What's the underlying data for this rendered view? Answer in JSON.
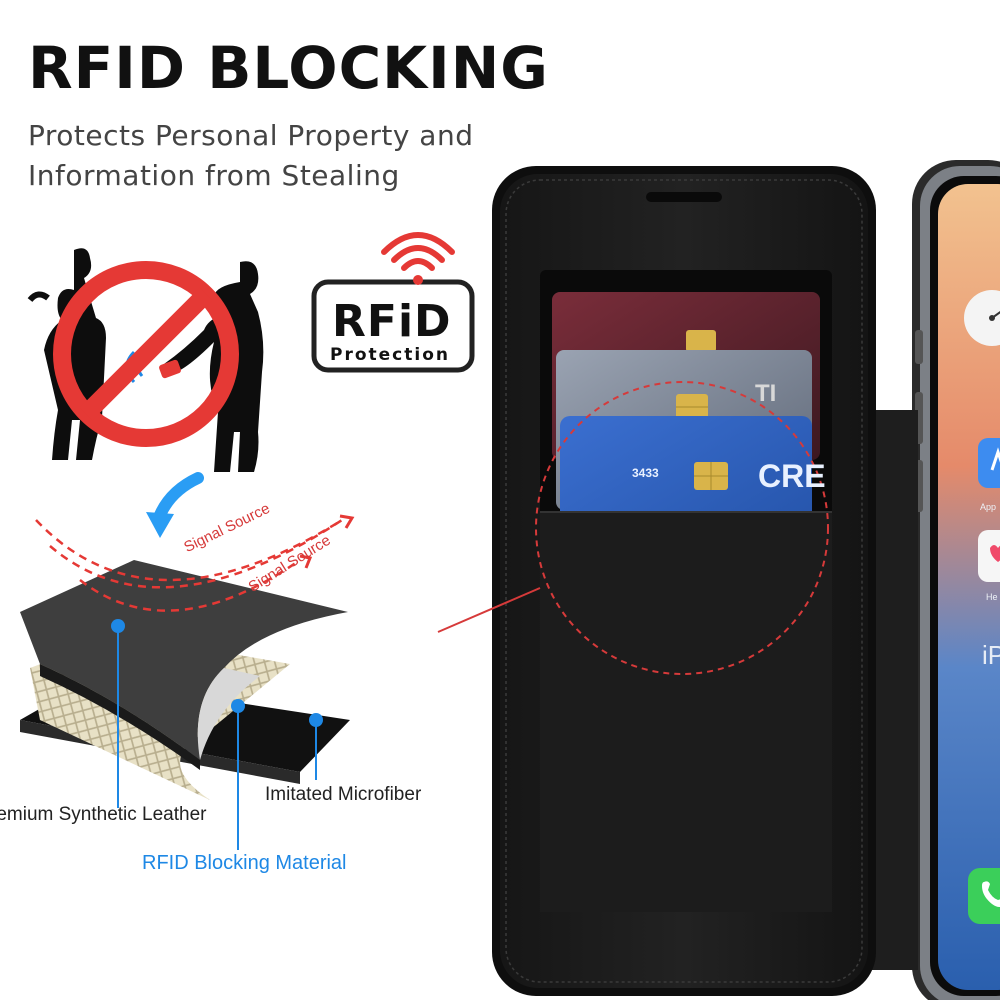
{
  "header": {
    "title": "RFID BLOCKING",
    "subtitle": "Protects Personal Property and Information from Stealing"
  },
  "badge": {
    "logo_text": "RFiD",
    "sub_text": "Protection"
  },
  "layers": {
    "signal_labels": [
      "Signal Source",
      "Signal Source"
    ],
    "leather_label": "remium Synthetic Leather",
    "microfiber_label": "Imitated Microfiber",
    "rfid_label": "RFID Blocking Material"
  },
  "cards": {
    "front_brand": "CRE",
    "front_number": "3433",
    "middle_brand": "TI"
  },
  "phone": {
    "home_text": "iP",
    "app_label": "App",
    "health_label": "He"
  },
  "colors": {
    "accent_red": "#d63a3a",
    "accent_blue": "#1e88e5",
    "case_black": "#1b1b1b"
  }
}
